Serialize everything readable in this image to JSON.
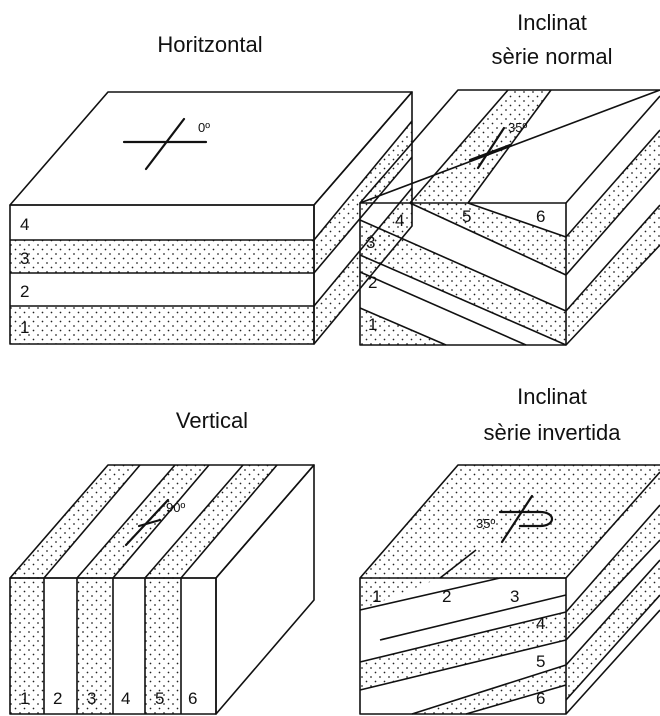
{
  "panels": {
    "horizontal": {
      "title": "Horitzontal",
      "dip_label": "0º",
      "layers": [
        "4",
        "3",
        "2",
        "1"
      ]
    },
    "normal": {
      "title_line1": "Inclinat",
      "title_line2": "sèrie normal",
      "dip_label": "35º",
      "layers": [
        "1",
        "2",
        "3",
        "4",
        "5",
        "6"
      ]
    },
    "vertical": {
      "title": "Vertical",
      "dip_label": "90º",
      "layers": [
        "1",
        "2",
        "3",
        "4",
        "5",
        "6"
      ]
    },
    "inverted": {
      "title_line1": "Inclinat",
      "title_line2": "sèrie invertida",
      "dip_label": "35º",
      "layers": [
        "1",
        "2",
        "3",
        "4",
        "5",
        "6"
      ]
    }
  }
}
